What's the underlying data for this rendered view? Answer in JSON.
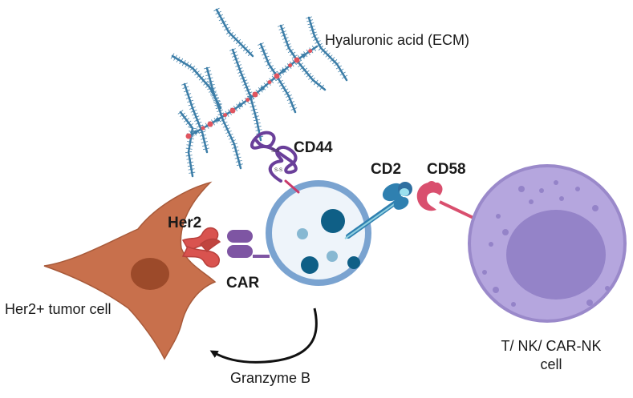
{
  "labels": {
    "hyaluronic_acid": "Hyaluronic acid (ECM)",
    "cd44": "CD44",
    "cd2": "CD2",
    "cd58": "CD58",
    "her2": "Her2",
    "car": "CAR",
    "tumor_cell": "Her2+ tumor cell",
    "granzyme_b": "Granzyme B",
    "effector_cell": "T/ NK/ CAR-NK cell"
  },
  "colors": {
    "ecm_strand": "#3d7ea8",
    "ecm_node": "#e0555f",
    "cd44": "#6a3f9a",
    "cd2": "#2f80b0",
    "cd58": "#d94f6e",
    "her2": "#d9534f",
    "car": "#7e55a3",
    "tumor_cell": "#c8704c",
    "tumor_nucleus": "#9c4a2a",
    "vesicle_fill": "#eef4fa",
    "vesicle_border": "#7aa3d0",
    "granule_dark": "#0f5f86",
    "granule_light": "#87b8d2",
    "effector_cell": "#b5a6de",
    "effector_nucleus": "#9483c8",
    "arrow": "#111111"
  }
}
